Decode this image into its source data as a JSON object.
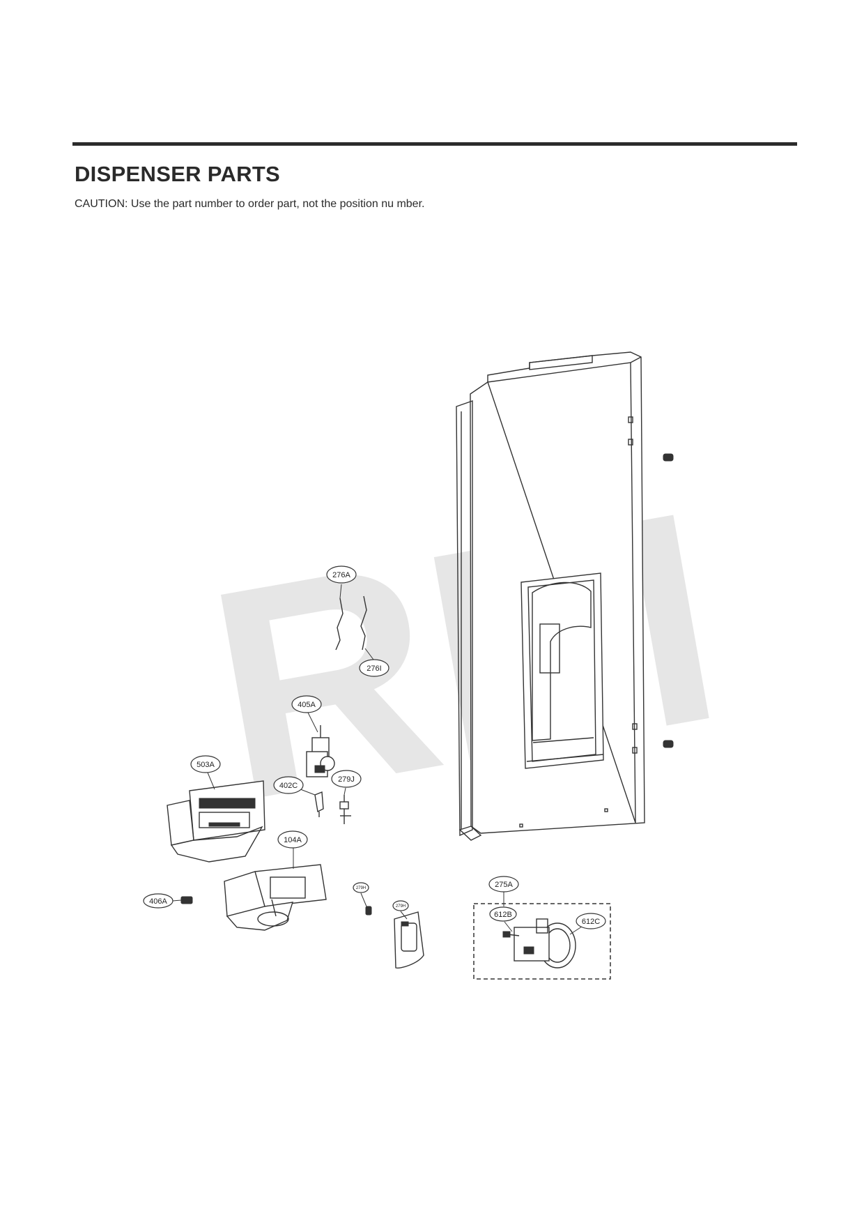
{
  "page": {
    "title": "DISPENSER PARTS",
    "caution": "CAUTION: Use the part number to order part, not the position nu  mber.",
    "watermark": "RPI"
  },
  "callouts": [
    {
      "id": "276A",
      "label": "276A"
    },
    {
      "id": "276I",
      "label": "276I"
    },
    {
      "id": "405A",
      "label": "405A"
    },
    {
      "id": "503A",
      "label": "503A"
    },
    {
      "id": "402C",
      "label": "402C"
    },
    {
      "id": "279J",
      "label": "279J"
    },
    {
      "id": "104A",
      "label": "104A"
    },
    {
      "id": "406A",
      "label": "406A"
    },
    {
      "id": "279H",
      "label": "279H"
    },
    {
      "id": "279H-2",
      "label": "279H"
    },
    {
      "id": "275A",
      "label": "275A"
    },
    {
      "id": "612B",
      "label": "612B"
    },
    {
      "id": "612C",
      "label": "612C"
    }
  ],
  "colors": {
    "ink": "#2b2b2b",
    "watermark": "#e6e6e6"
  }
}
